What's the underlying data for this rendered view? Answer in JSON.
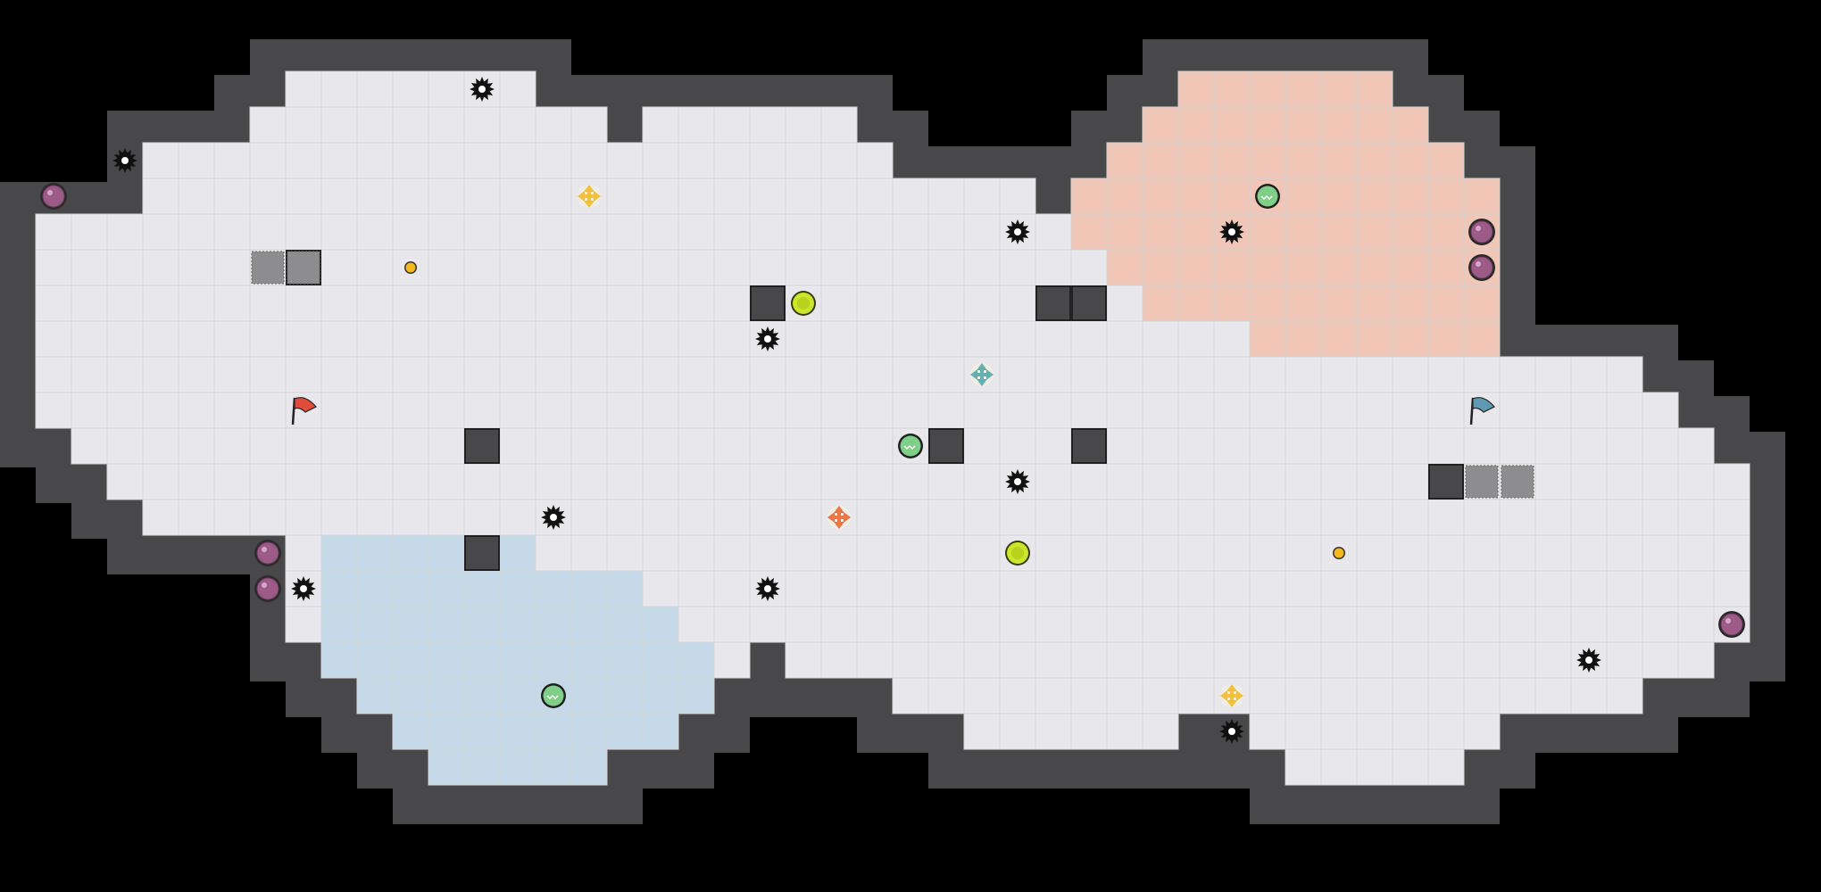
{
  "map": {
    "cols": 51,
    "rows": 25,
    "colors": {
      "background": "#000000",
      "wall": "#48484b",
      "floor": "#e8e8ec",
      "grid_line": "#d2d2d8",
      "red_zone": "#f0c6b6",
      "blue_zone": "#c5d9e8",
      "grate": "#8d8d90",
      "red_team": "#e14b3c",
      "blue_team": "#5f9ab4",
      "boost_yellow": "#f2c23f",
      "boost_orange": "#ef7648",
      "boost_teal": "#67b0b0",
      "bomb": "#9b5a88",
      "bomb_shell": "#2b2b2b",
      "powerup": "#7fcf88",
      "button_green": "#c9e62b",
      "gate_dot": "#f3b81b",
      "spike": "#111111"
    },
    "legend": {
      "wall": "wall-block",
      "floor": "floor-tile",
      "red_zone": "red-endzone-tile",
      "blue_zone": "blue-endzone-tile"
    }
  },
  "entities": {
    "flags": [
      {
        "team": "red",
        "icon": "red-flag-icon"
      },
      {
        "team": "blue",
        "icon": "blue-flag-icon"
      }
    ],
    "icons": {
      "spike": "spike-icon",
      "bomb": "bomb-icon",
      "boost": "boost-icon",
      "powerup": "powerup-icon",
      "button": "button-icon",
      "portal_dot": "portal-icon",
      "grate": "grate-icon",
      "block": "wall-block-icon"
    }
  }
}
